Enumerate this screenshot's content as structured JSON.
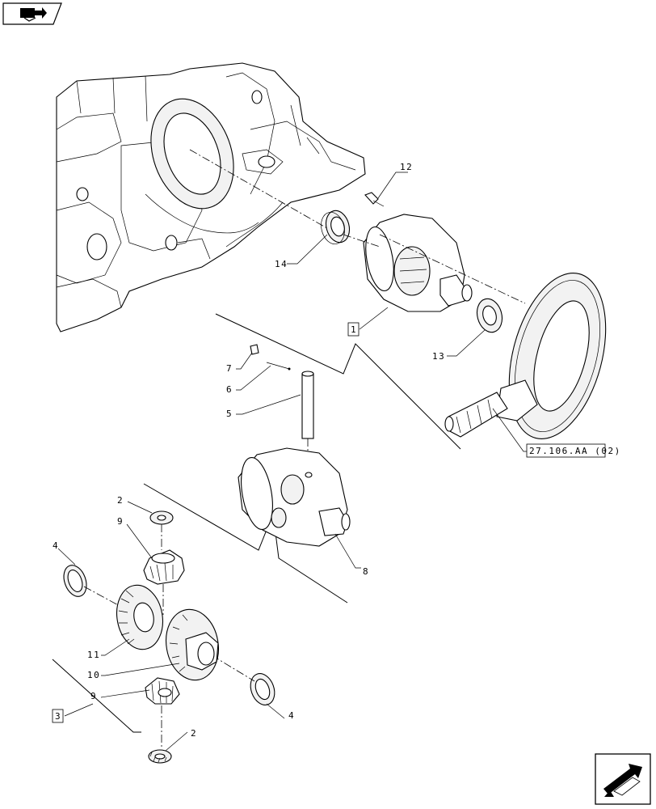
{
  "nav": {
    "back_icon": "book-arrow-icon",
    "next_icon": "arrow-right-icon"
  },
  "callouts": {
    "c1": "1",
    "c2a": "2",
    "c2b": "2",
    "c3": "3",
    "c4a": "4",
    "c4b": "4",
    "c5": "5",
    "c6": "6",
    "c7": "7",
    "c8": "8",
    "c9a": "9",
    "c9b": "9",
    "c10": "10",
    "c11": "11",
    "c12": "12",
    "c13": "13",
    "c14": "14",
    "ref": "27.106.AA (02)"
  }
}
